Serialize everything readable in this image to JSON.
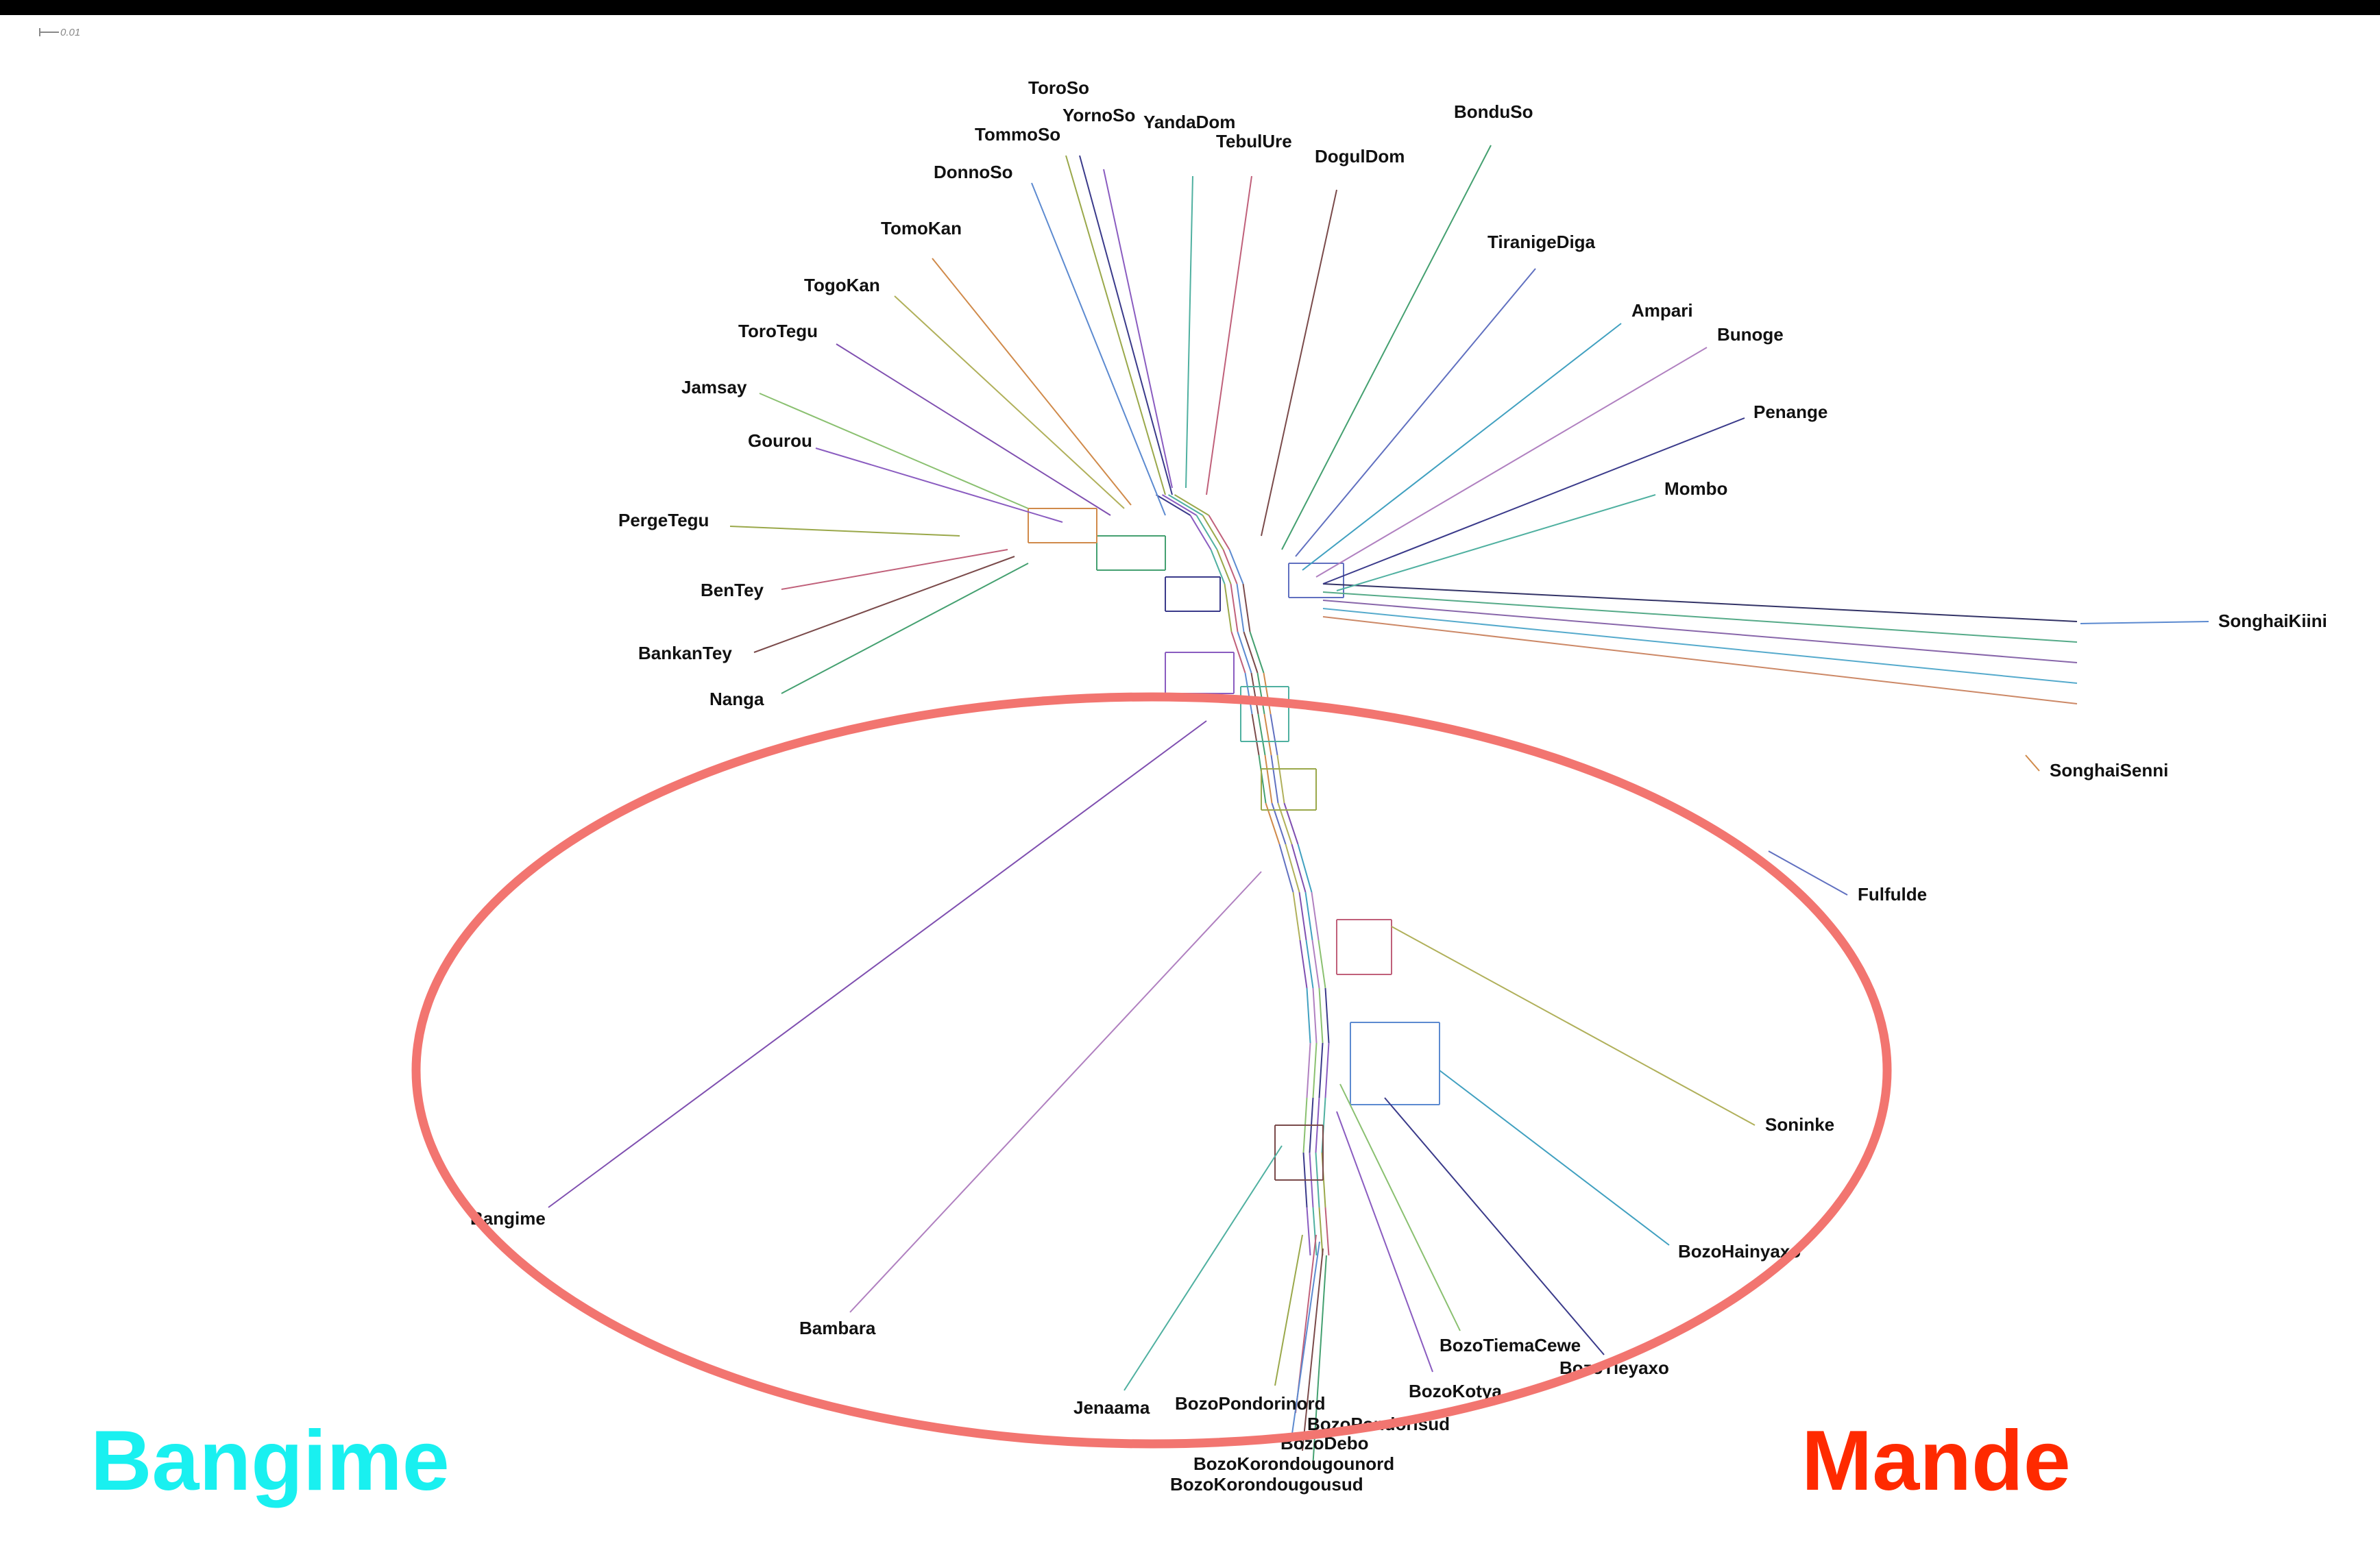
{
  "scale_bar": {
    "label": "0.01"
  },
  "taxa": [
    "ToroSo",
    "YornoSo",
    "YandaDom",
    "TommoSo",
    "TebulUre",
    "DonnoSo",
    "DogulDom",
    "BonduSo",
    "TomoKan",
    "TiranigeDiga",
    "TogoKan",
    "ToroTegu",
    "Ampari",
    "Bunoge",
    "Jamsay",
    "Penange",
    "Gourou",
    "Mombo",
    "PergeTegu",
    "BenTey",
    "SonghaiKiini",
    "BankanTey",
    "Nanga",
    "SonghaiSenni",
    "Fulfulde",
    "Soninke",
    "Bangime",
    "BozoHainyaxo",
    "Bambara",
    "BozoTiemaCewe",
    "BozoTieyaxo",
    "BozoKotya",
    "Jenaama",
    "BozoPondorinord",
    "BozoPondorisud",
    "BozoDebo",
    "BozoKorondougounord",
    "BozoKorondougousud"
  ],
  "groups": {
    "bangime": {
      "label": "Bangime",
      "color": "#19f0f0"
    },
    "mande": {
      "label": "Mande",
      "color": "#ff2a00"
    }
  },
  "ellipse_color": "#f27570"
}
